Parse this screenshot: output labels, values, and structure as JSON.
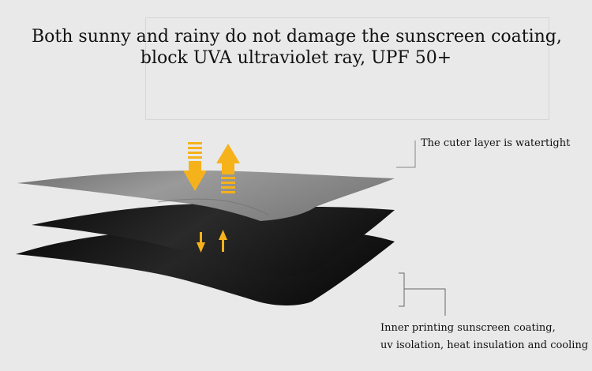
{
  "headline": {
    "line1": "Both sunny and rainy do not damage the sunscreen coating,",
    "line2": "block UVA ultraviolet ray, UPF 50+"
  },
  "labels": {
    "outer_layer": "The cuter layer is watertight",
    "inner_line1": "Inner printing sunscreen coating,",
    "inner_line2": "uv isolation, heat insulation and cooling"
  },
  "colors": {
    "background": "#e9e9e9",
    "outer_layer": "#8a8a8a",
    "inner_layers": "#151515",
    "arrow": "#f6b21a"
  },
  "icons": [
    "down-arrow-icon",
    "up-arrow-icon",
    "small-down-arrow-icon",
    "small-up-arrow-icon"
  ]
}
